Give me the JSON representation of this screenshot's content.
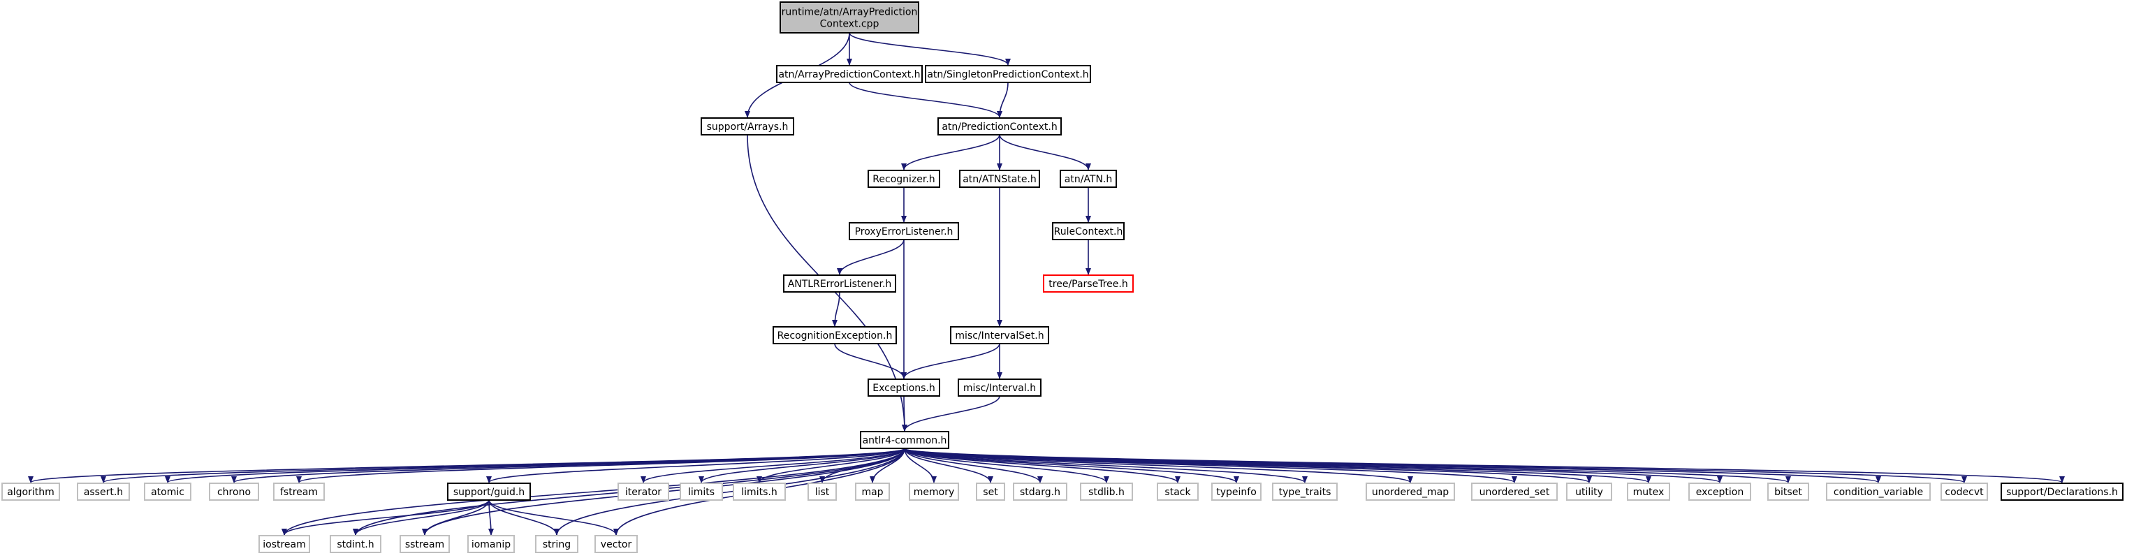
{
  "title": "runtime/atn/ArrayPredictionContext.cpp",
  "colors": {
    "edge": "#191970",
    "root_fill": "#bfbfbf",
    "box_border": "#000000",
    "system_border": "#bfbfbf",
    "truncated_border": "#ff0000",
    "text": "#000000"
  },
  "nodes": [
    {
      "id": "root",
      "lines": [
        "runtime/atn/ArrayPrediction",
        "Context.cpp"
      ],
      "kind": "root"
    },
    {
      "id": "arraypredctx_h",
      "lines": [
        "atn/ArrayPredictionContext.h"
      ],
      "kind": "normal"
    },
    {
      "id": "singletonpredctx_h",
      "lines": [
        "atn/SingletonPredictionContext.h"
      ],
      "kind": "normal"
    },
    {
      "id": "arrays_h",
      "lines": [
        "support/Arrays.h"
      ],
      "kind": "normal"
    },
    {
      "id": "predctx_h",
      "lines": [
        "atn/PredictionContext.h"
      ],
      "kind": "normal"
    },
    {
      "id": "recognizer_h",
      "lines": [
        "Recognizer.h"
      ],
      "kind": "normal"
    },
    {
      "id": "atnstate_h",
      "lines": [
        "atn/ATNState.h"
      ],
      "kind": "normal"
    },
    {
      "id": "atn_h",
      "lines": [
        "atn/ATN.h"
      ],
      "kind": "normal"
    },
    {
      "id": "proxyerr_h",
      "lines": [
        "ProxyErrorListener.h"
      ],
      "kind": "normal"
    },
    {
      "id": "rulecontext_h",
      "lines": [
        "RuleContext.h"
      ],
      "kind": "normal"
    },
    {
      "id": "parsetree_h",
      "lines": [
        "tree/ParseTree.h"
      ],
      "kind": "truncated"
    },
    {
      "id": "antlrerr_h",
      "lines": [
        "ANTLRErrorListener.h"
      ],
      "kind": "normal"
    },
    {
      "id": "recogexc_h",
      "lines": [
        "RecognitionException.h"
      ],
      "kind": "normal"
    },
    {
      "id": "intervalset_h",
      "lines": [
        "misc/IntervalSet.h"
      ],
      "kind": "normal"
    },
    {
      "id": "exceptions_h",
      "lines": [
        "Exceptions.h"
      ],
      "kind": "normal"
    },
    {
      "id": "interval_h",
      "lines": [
        "misc/Interval.h"
      ],
      "kind": "normal"
    },
    {
      "id": "common_h",
      "lines": [
        "antlr4-common.h"
      ],
      "kind": "normal"
    },
    {
      "id": "algorithm",
      "lines": [
        "algorithm"
      ],
      "kind": "system"
    },
    {
      "id": "assert_h",
      "lines": [
        "assert.h"
      ],
      "kind": "system"
    },
    {
      "id": "atomic",
      "lines": [
        "atomic"
      ],
      "kind": "system"
    },
    {
      "id": "chrono",
      "lines": [
        "chrono"
      ],
      "kind": "system"
    },
    {
      "id": "fstream",
      "lines": [
        "fstream"
      ],
      "kind": "system"
    },
    {
      "id": "guid_h",
      "lines": [
        "support/guid.h"
      ],
      "kind": "normal"
    },
    {
      "id": "iterator",
      "lines": [
        "iterator"
      ],
      "kind": "system"
    },
    {
      "id": "limits",
      "lines": [
        "limits"
      ],
      "kind": "system"
    },
    {
      "id": "limits_h",
      "lines": [
        "limits.h"
      ],
      "kind": "system"
    },
    {
      "id": "list",
      "lines": [
        "list"
      ],
      "kind": "system"
    },
    {
      "id": "map",
      "lines": [
        "map"
      ],
      "kind": "system"
    },
    {
      "id": "memory",
      "lines": [
        "memory"
      ],
      "kind": "system"
    },
    {
      "id": "set",
      "lines": [
        "set"
      ],
      "kind": "system"
    },
    {
      "id": "stdarg_h",
      "lines": [
        "stdarg.h"
      ],
      "kind": "system"
    },
    {
      "id": "stdlib_h",
      "lines": [
        "stdlib.h"
      ],
      "kind": "system"
    },
    {
      "id": "stack",
      "lines": [
        "stack"
      ],
      "kind": "system"
    },
    {
      "id": "typeinfo",
      "lines": [
        "typeinfo"
      ],
      "kind": "system"
    },
    {
      "id": "type_traits",
      "lines": [
        "type_traits"
      ],
      "kind": "system"
    },
    {
      "id": "unordered_map",
      "lines": [
        "unordered_map"
      ],
      "kind": "system"
    },
    {
      "id": "unordered_set",
      "lines": [
        "unordered_set"
      ],
      "kind": "system"
    },
    {
      "id": "utility",
      "lines": [
        "utility"
      ],
      "kind": "system"
    },
    {
      "id": "mutex",
      "lines": [
        "mutex"
      ],
      "kind": "system"
    },
    {
      "id": "exception",
      "lines": [
        "exception"
      ],
      "kind": "system"
    },
    {
      "id": "bitset",
      "lines": [
        "bitset"
      ],
      "kind": "system"
    },
    {
      "id": "condition_variable",
      "lines": [
        "condition_variable"
      ],
      "kind": "system"
    },
    {
      "id": "codecvt",
      "lines": [
        "codecvt"
      ],
      "kind": "system"
    },
    {
      "id": "declarations_h",
      "lines": [
        "support/Declarations.h"
      ],
      "kind": "normal"
    },
    {
      "id": "iostream",
      "lines": [
        "iostream"
      ],
      "kind": "system"
    },
    {
      "id": "stdint_h",
      "lines": [
        "stdint.h"
      ],
      "kind": "system"
    },
    {
      "id": "sstream",
      "lines": [
        "sstream"
      ],
      "kind": "system"
    },
    {
      "id": "iomanip",
      "lines": [
        "iomanip"
      ],
      "kind": "system"
    },
    {
      "id": "string",
      "lines": [
        "string"
      ],
      "kind": "system"
    },
    {
      "id": "vector",
      "lines": [
        "vector"
      ],
      "kind": "system"
    }
  ],
  "edges": [
    [
      "root",
      "arraypredctx_h"
    ],
    [
      "root",
      "singletonpredctx_h"
    ],
    [
      "root",
      "arrays_h"
    ],
    [
      "arraypredctx_h",
      "predctx_h"
    ],
    [
      "singletonpredctx_h",
      "predctx_h"
    ],
    [
      "arrays_h",
      "common_h"
    ],
    [
      "predctx_h",
      "recognizer_h"
    ],
    [
      "predctx_h",
      "atnstate_h"
    ],
    [
      "predctx_h",
      "atn_h"
    ],
    [
      "recognizer_h",
      "proxyerr_h"
    ],
    [
      "atn_h",
      "rulecontext_h"
    ],
    [
      "rulecontext_h",
      "parsetree_h"
    ],
    [
      "proxyerr_h",
      "antlrerr_h"
    ],
    [
      "proxyerr_h",
      "exceptions_h"
    ],
    [
      "antlrerr_h",
      "recogexc_h"
    ],
    [
      "recogexc_h",
      "exceptions_h"
    ],
    [
      "atnstate_h",
      "intervalset_h"
    ],
    [
      "intervalset_h",
      "exceptions_h"
    ],
    [
      "intervalset_h",
      "interval_h"
    ],
    [
      "exceptions_h",
      "common_h"
    ],
    [
      "interval_h",
      "common_h"
    ],
    [
      "common_h",
      "algorithm"
    ],
    [
      "common_h",
      "assert_h"
    ],
    [
      "common_h",
      "atomic"
    ],
    [
      "common_h",
      "chrono"
    ],
    [
      "common_h",
      "fstream"
    ],
    [
      "common_h",
      "guid_h"
    ],
    [
      "common_h",
      "iterator"
    ],
    [
      "common_h",
      "limits"
    ],
    [
      "common_h",
      "limits_h"
    ],
    [
      "common_h",
      "list"
    ],
    [
      "common_h",
      "map"
    ],
    [
      "common_h",
      "memory"
    ],
    [
      "common_h",
      "set"
    ],
    [
      "common_h",
      "stdarg_h"
    ],
    [
      "common_h",
      "stdlib_h"
    ],
    [
      "common_h",
      "stack"
    ],
    [
      "common_h",
      "typeinfo"
    ],
    [
      "common_h",
      "type_traits"
    ],
    [
      "common_h",
      "unordered_map"
    ],
    [
      "common_h",
      "unordered_set"
    ],
    [
      "common_h",
      "utility"
    ],
    [
      "common_h",
      "mutex"
    ],
    [
      "common_h",
      "exception"
    ],
    [
      "common_h",
      "bitset"
    ],
    [
      "common_h",
      "condition_variable"
    ],
    [
      "common_h",
      "codecvt"
    ],
    [
      "common_h",
      "declarations_h"
    ],
    [
      "common_h",
      "iostream"
    ],
    [
      "common_h",
      "stdint_h"
    ],
    [
      "common_h",
      "sstream"
    ],
    [
      "common_h",
      "string"
    ],
    [
      "common_h",
      "vector"
    ],
    [
      "guid_h",
      "iostream"
    ],
    [
      "guid_h",
      "stdint_h"
    ],
    [
      "guid_h",
      "sstream"
    ],
    [
      "guid_h",
      "iomanip"
    ],
    [
      "guid_h",
      "string"
    ],
    [
      "guid_h",
      "vector"
    ]
  ]
}
